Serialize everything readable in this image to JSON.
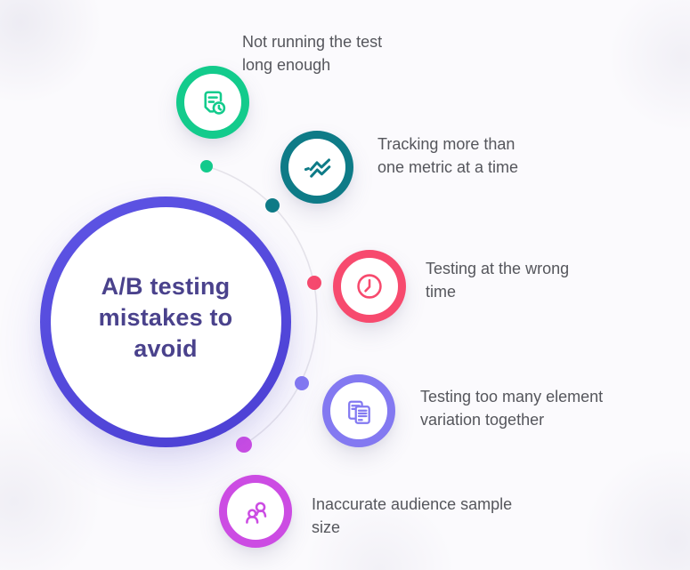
{
  "background": "#FBFAFD",
  "text_color": "#55565C",
  "connector": {
    "color": "#E5E3EA"
  },
  "center": {
    "title": "A/B testing mistakes to avoid",
    "title_lines": [
      "A/B testing",
      "mistakes to",
      "avoid"
    ],
    "title_color": "#4A428C",
    "ring_gradient_from": "#5E55E5",
    "ring_gradient_to": "#4B3FD3"
  },
  "items": [
    {
      "label": "Not running the test long enough",
      "lines": [
        "Not running the test",
        "long enough"
      ],
      "color": "#13CB8C",
      "icon": "note-clock-icon"
    },
    {
      "label": "Tracking more than one metric at a time",
      "lines": [
        "Tracking more than",
        "one metric at a time"
      ],
      "color": "#0E7B87",
      "icon": "line-chart-icon"
    },
    {
      "label": "Testing at the wrong time",
      "lines": [
        "Testing at the wrong",
        "time"
      ],
      "color": "#F74A6E",
      "icon": "clock-icon"
    },
    {
      "label": "Testing too many element variation together",
      "lines": [
        "Testing too many element",
        "variation together"
      ],
      "color": "#8379F1",
      "icon": "documents-icon"
    },
    {
      "label": "Inaccurate audience sample size",
      "lines": [
        "Inaccurate audience sample",
        "size"
      ],
      "color": "#CC4CE3",
      "icon": "people-icon"
    }
  ]
}
